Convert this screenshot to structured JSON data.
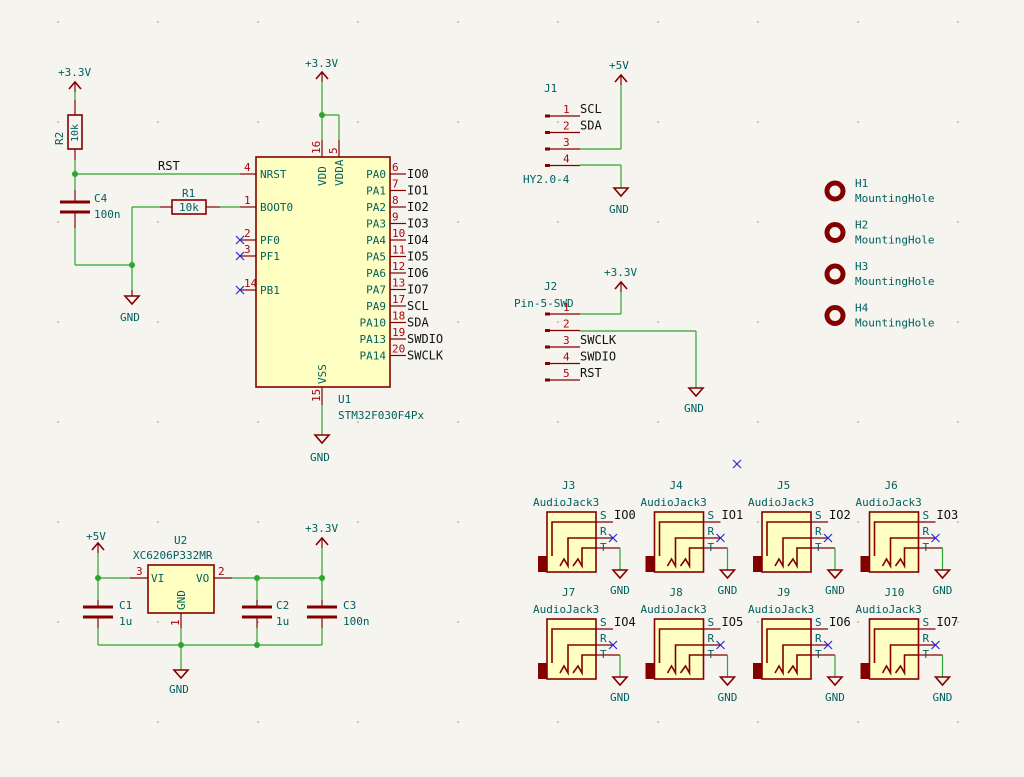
{
  "colors": {
    "background": "#f5f4ef",
    "wire": "#2ea52e",
    "component": "#840000",
    "body_fill": "#ffffc2",
    "text": "#00605f",
    "pin_number": "#a8070f",
    "no_connect": "#2b2bd6"
  },
  "power": {
    "v33": "+3.3V",
    "v5": "+5V",
    "gnd": "GND"
  },
  "nets": {
    "rst": "RST"
  },
  "r2": {
    "ref": "R2",
    "value": "10k"
  },
  "r1": {
    "ref": "R1",
    "value": "10k"
  },
  "c4": {
    "ref": "C4",
    "value": "100n"
  },
  "c1": {
    "ref": "C1",
    "value": "1u"
  },
  "c2": {
    "ref": "C2",
    "value": "1u"
  },
  "c3": {
    "ref": "C3",
    "value": "100n"
  },
  "u1": {
    "ref": "U1",
    "value": "STM32F030F4Px",
    "left": [
      {
        "num": "4",
        "name": "NRST"
      },
      {
        "num": "1",
        "name": "BOOT0"
      },
      {
        "num": "2",
        "name": "PF0"
      },
      {
        "num": "3",
        "name": "PF1"
      },
      {
        "num": "14",
        "name": "PB1"
      }
    ],
    "top": [
      {
        "num": "16",
        "name": "VDD"
      },
      {
        "num": "5",
        "name": "VDDA"
      }
    ],
    "bottom": [
      {
        "num": "15",
        "name": "VSS"
      }
    ],
    "right": [
      {
        "num": "6",
        "name": "PA0",
        "net": "IO0"
      },
      {
        "num": "7",
        "name": "PA1",
        "net": "IO1"
      },
      {
        "num": "8",
        "name": "PA2",
        "net": "IO2"
      },
      {
        "num": "9",
        "name": "PA3",
        "net": "IO3"
      },
      {
        "num": "10",
        "name": "PA4",
        "net": "IO4"
      },
      {
        "num": "11",
        "name": "PA5",
        "net": "IO5"
      },
      {
        "num": "12",
        "name": "PA6",
        "net": "IO6"
      },
      {
        "num": "13",
        "name": "PA7",
        "net": "IO7"
      },
      {
        "num": "17",
        "name": "PA9",
        "net": "SCL"
      },
      {
        "num": "18",
        "name": "PA10",
        "net": "SDA"
      },
      {
        "num": "19",
        "name": "PA13",
        "net": "SWDIO"
      },
      {
        "num": "20",
        "name": "PA14",
        "net": "SWCLK"
      }
    ]
  },
  "u2": {
    "ref": "U2",
    "value": "XC6206P332MR",
    "pins": [
      {
        "num": "3",
        "name": "VI"
      },
      {
        "num": "2",
        "name": "VO"
      },
      {
        "num": "1",
        "name": "GND"
      }
    ]
  },
  "j1": {
    "ref": "J1",
    "value": "HY2.0-4",
    "pins": [
      {
        "num": "1",
        "net": "SCL"
      },
      {
        "num": "2",
        "net": "SDA"
      },
      {
        "num": "3",
        "net": ""
      },
      {
        "num": "4",
        "net": ""
      }
    ]
  },
  "j2": {
    "ref": "J2",
    "value": "Pin-5-SWD",
    "pins": [
      {
        "num": "1",
        "net": ""
      },
      {
        "num": "2",
        "net": ""
      },
      {
        "num": "3",
        "net": "SWCLK"
      },
      {
        "num": "4",
        "net": "SWDIO"
      },
      {
        "num": "5",
        "net": "RST"
      }
    ]
  },
  "holes": [
    {
      "ref": "H1",
      "value": "MountingHole"
    },
    {
      "ref": "H2",
      "value": "MountingHole"
    },
    {
      "ref": "H3",
      "value": "MountingHole"
    },
    {
      "ref": "H4",
      "value": "MountingHole"
    }
  ],
  "jacks": [
    {
      "ref": "J3",
      "value": "AudioJack3",
      "net": "IO0"
    },
    {
      "ref": "J4",
      "value": "AudioJack3",
      "net": "IO1"
    },
    {
      "ref": "J5",
      "value": "AudioJack3",
      "net": "IO2"
    },
    {
      "ref": "J6",
      "value": "AudioJack3",
      "net": "IO3"
    },
    {
      "ref": "J7",
      "value": "AudioJack3",
      "net": "IO4"
    },
    {
      "ref": "J8",
      "value": "AudioJack3",
      "net": "IO5"
    },
    {
      "ref": "J9",
      "value": "AudioJack3",
      "net": "IO6"
    },
    {
      "ref": "J10",
      "value": "AudioJack3",
      "net": "IO7"
    }
  ],
  "jack_pins": {
    "s": "S",
    "r": "R",
    "t": "T"
  }
}
